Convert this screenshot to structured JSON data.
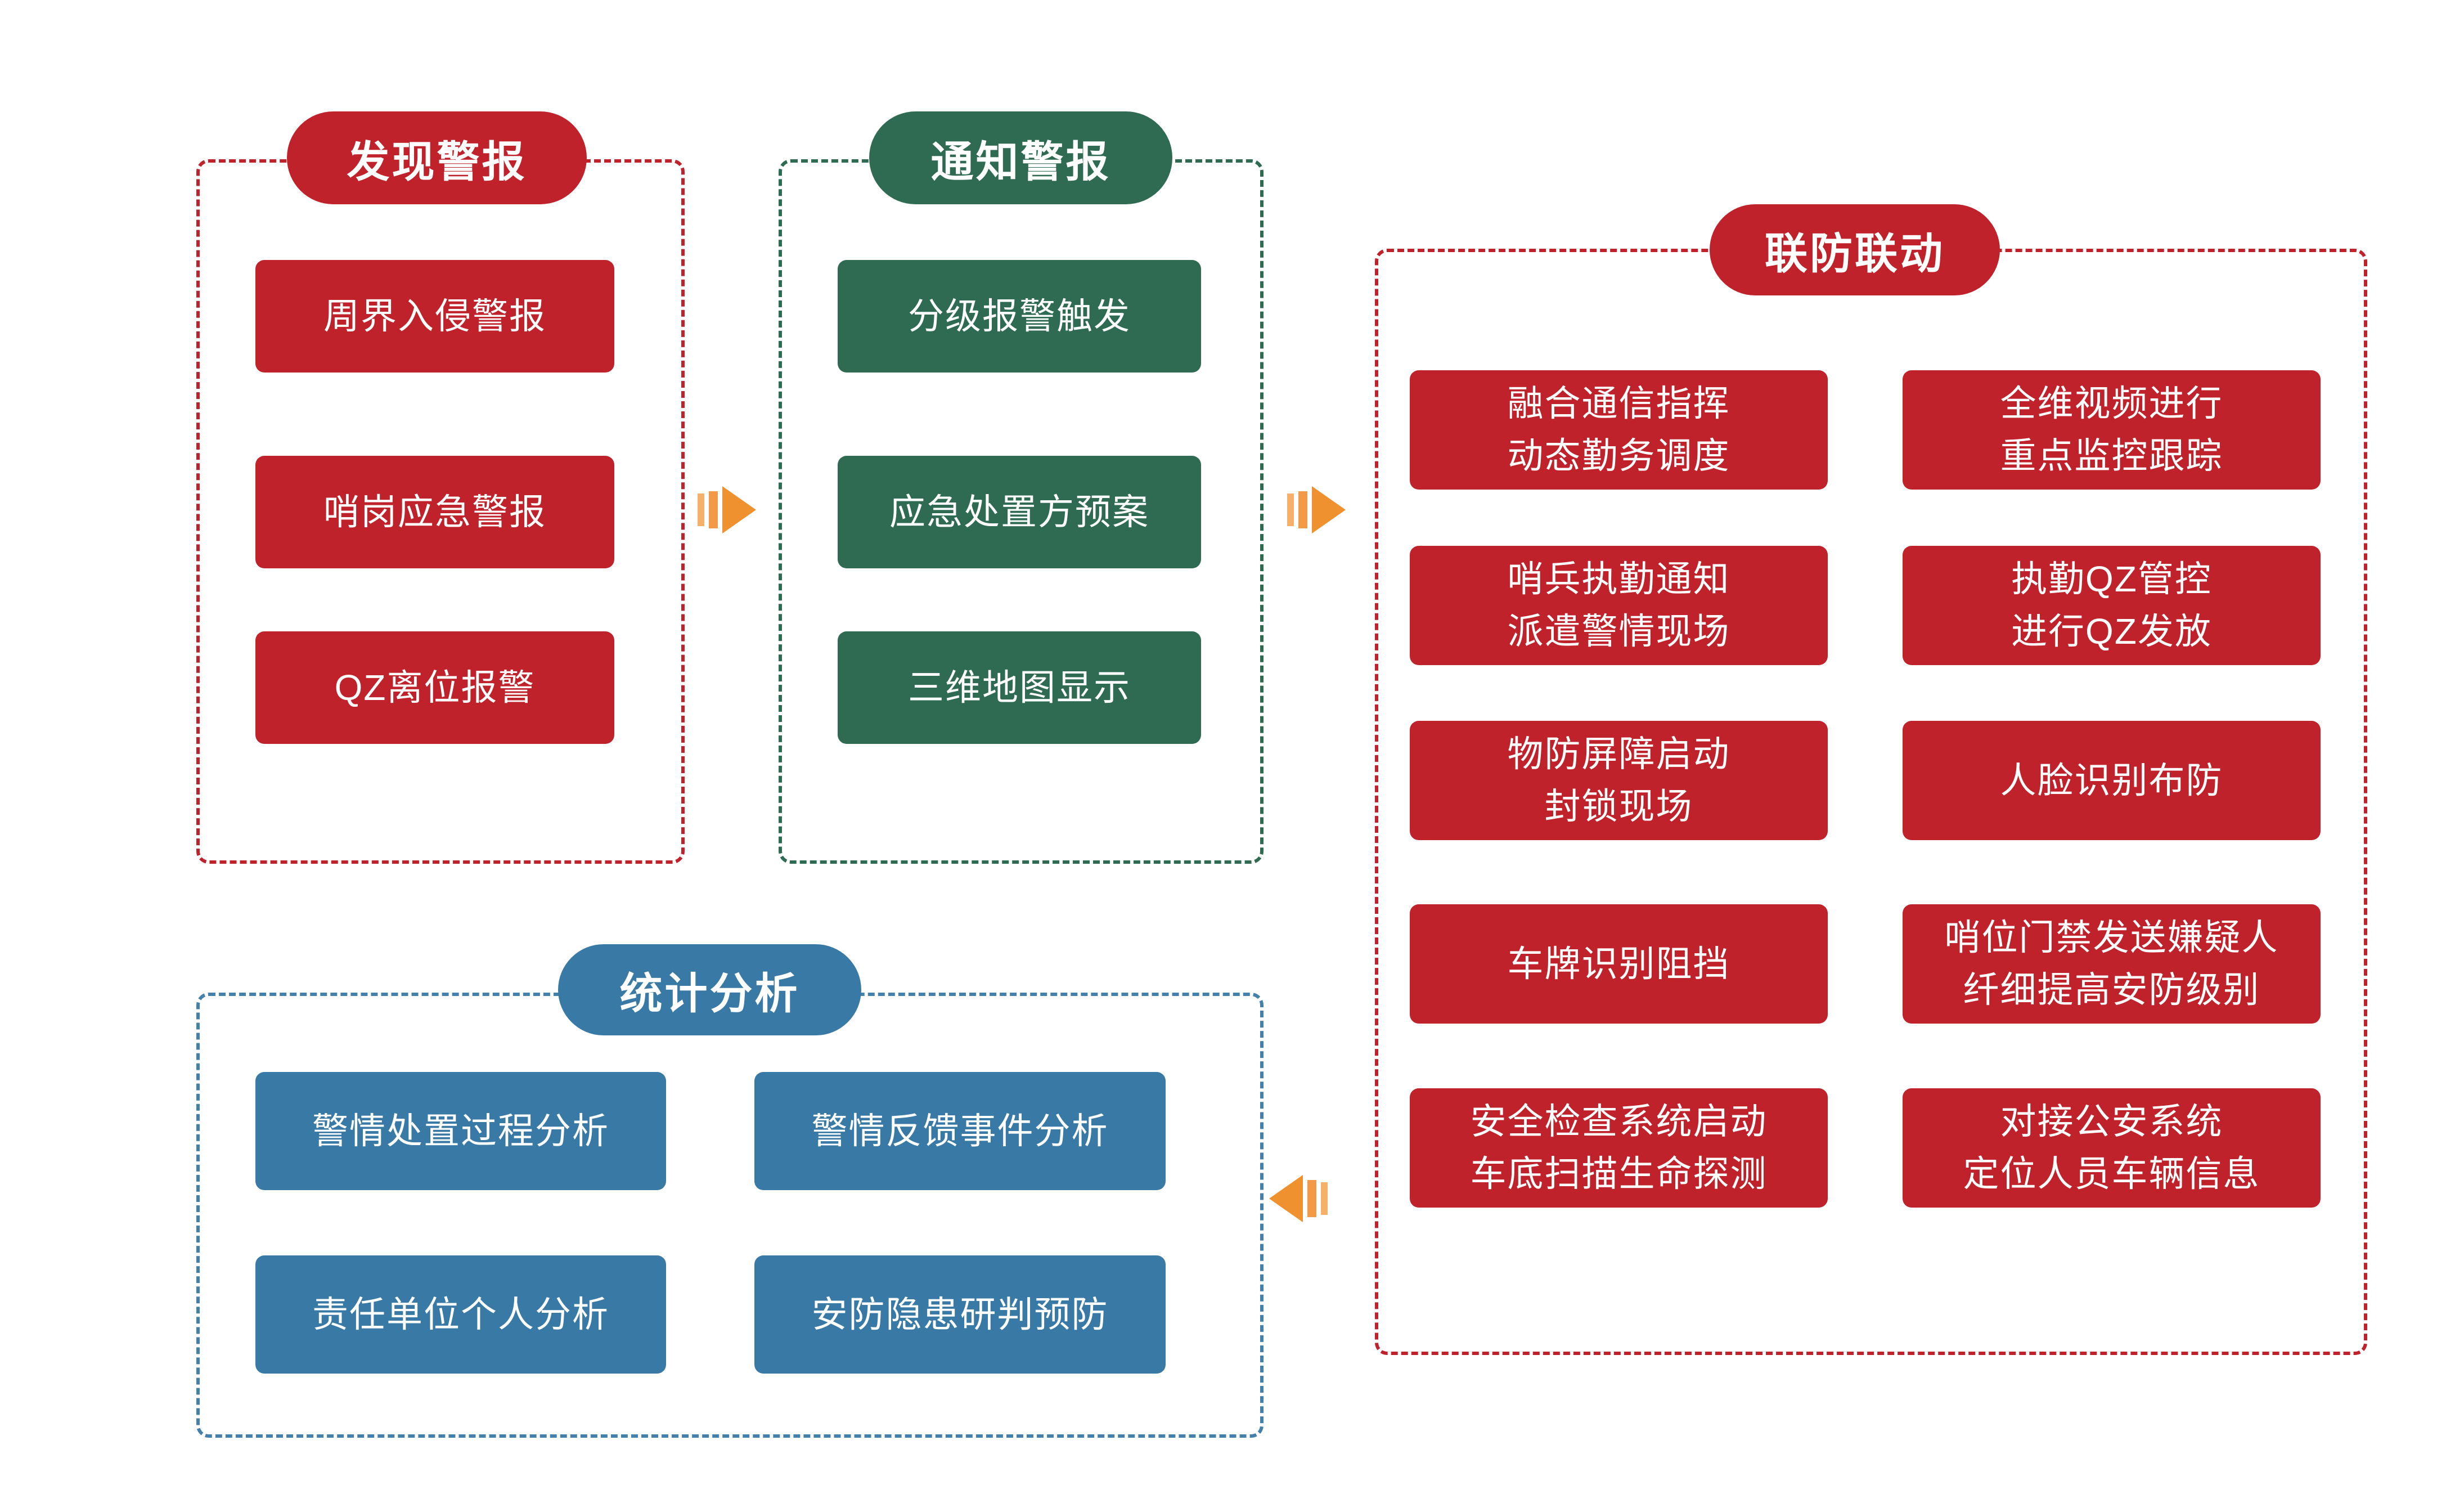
{
  "page": {
    "background": "#ffffff"
  },
  "colors": {
    "red": "#c0222b",
    "green": "#2e6b52",
    "blue": "#3879a6",
    "border_blue": "#4381ac",
    "arrow_orange": "#f0912f",
    "arrow_orange_light": "#f6b06a"
  },
  "sections": [
    {
      "id": "discover-alarm",
      "title": "发现警报",
      "color": "red",
      "items": [
        {
          "lines": [
            "周界入侵警报"
          ]
        },
        {
          "lines": [
            "哨岗应急警报"
          ]
        },
        {
          "lines": [
            "QZ离位报警"
          ]
        }
      ]
    },
    {
      "id": "notify-alarm",
      "title": "通知警报",
      "color": "green",
      "items": [
        {
          "lines": [
            "分级报警触发"
          ]
        },
        {
          "lines": [
            "应急处置方预案"
          ]
        },
        {
          "lines": [
            "三维地图显示"
          ]
        }
      ]
    },
    {
      "id": "joint-defense",
      "title": "联防联动",
      "color": "red",
      "items": [
        {
          "lines": [
            "融合通信指挥",
            "动态勤务调度"
          ]
        },
        {
          "lines": [
            "全维视频进行",
            "重点监控跟踪"
          ]
        },
        {
          "lines": [
            "哨兵执勤通知",
            "派遣警情现场"
          ]
        },
        {
          "lines": [
            "执勤QZ管控",
            "进行QZ发放"
          ]
        },
        {
          "lines": [
            "物防屏障启动",
            "封锁现场"
          ]
        },
        {
          "lines": [
            "人脸识别布防"
          ]
        },
        {
          "lines": [
            "车牌识别阻挡"
          ]
        },
        {
          "lines": [
            "哨位门禁发送嫌疑人",
            "纤细提高安防级别"
          ]
        },
        {
          "lines": [
            "安全检查系统启动",
            "车底扫描生命探测"
          ]
        },
        {
          "lines": [
            "对接公安系统",
            "定位人员车辆信息"
          ]
        }
      ]
    },
    {
      "id": "statistics",
      "title": "统计分析",
      "color": "blue",
      "items": [
        {
          "lines": [
            "警情处置过程分析"
          ]
        },
        {
          "lines": [
            "警情反馈事件分析"
          ]
        },
        {
          "lines": [
            "责任单位个人分析"
          ]
        },
        {
          "lines": [
            "安防隐患研判预防"
          ]
        }
      ]
    }
  ],
  "arrows": [
    {
      "direction": "right",
      "from": "discover-alarm",
      "to": "notify-alarm"
    },
    {
      "direction": "right",
      "from": "notify-alarm",
      "to": "joint-defense"
    },
    {
      "direction": "left",
      "from": "joint-defense",
      "to": "statistics"
    }
  ]
}
